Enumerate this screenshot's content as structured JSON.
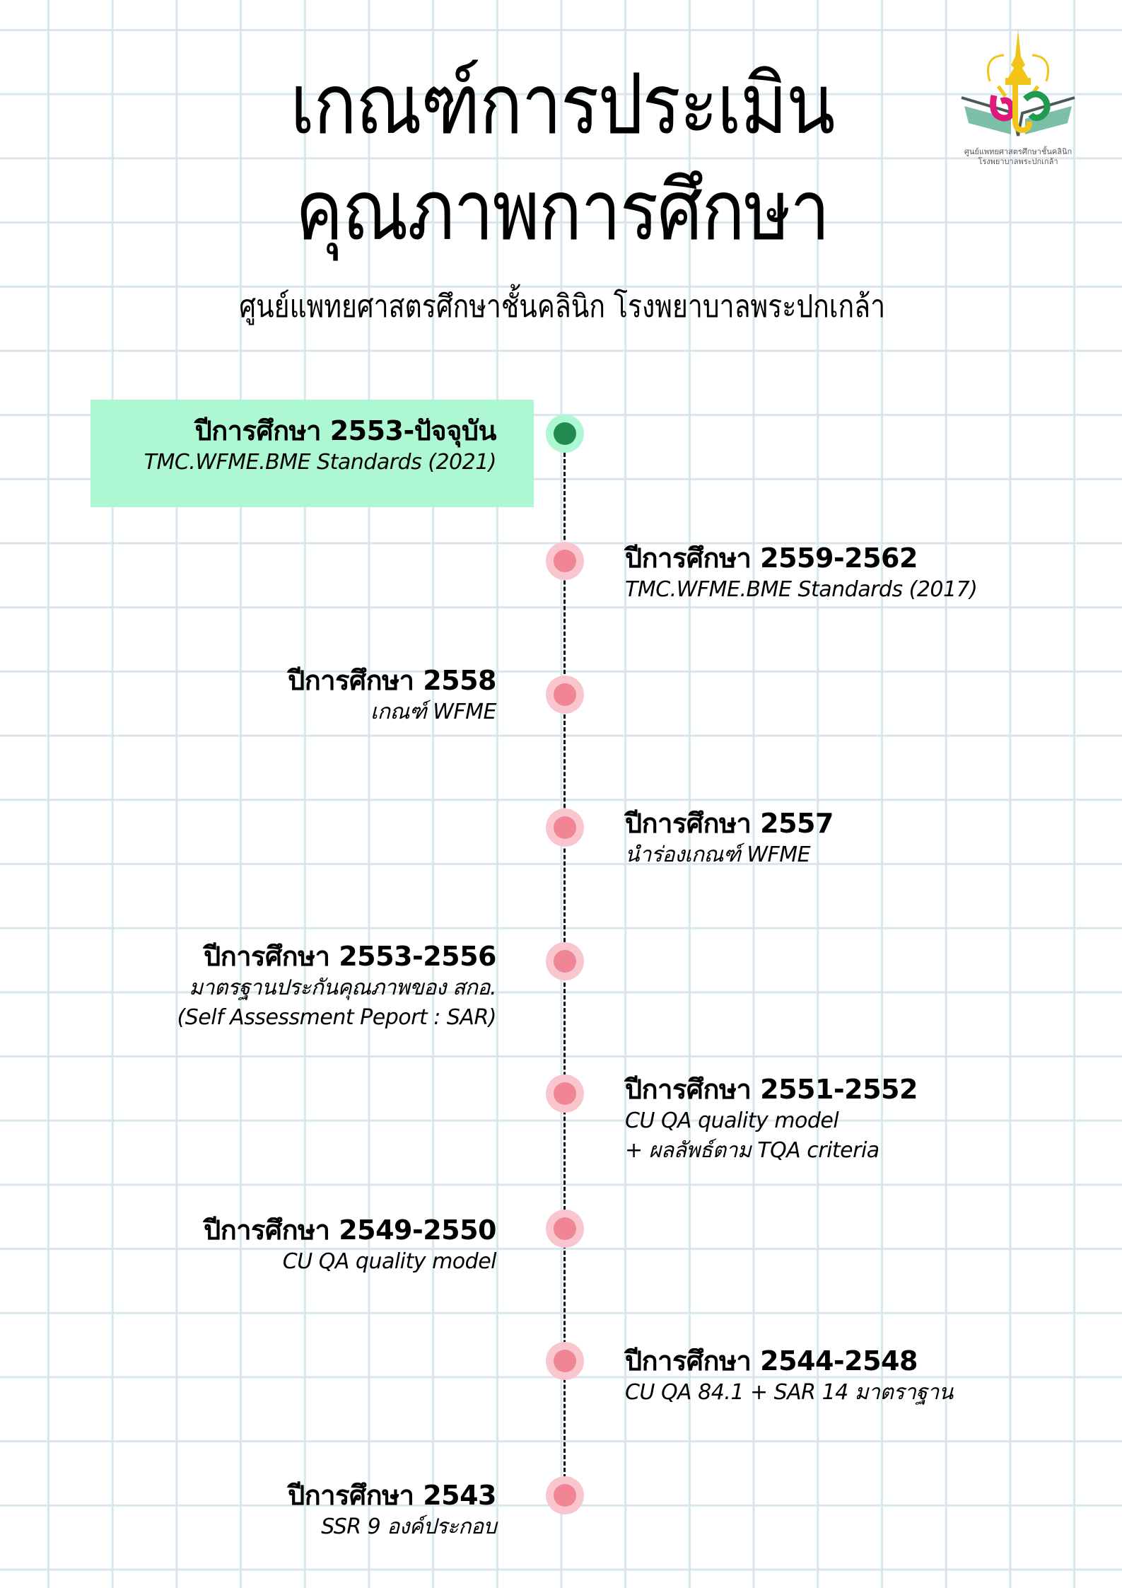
{
  "header": {
    "title_line1": "เกณฑ์การประเมิน",
    "title_line2": "คุณภาพการศึกษา",
    "subtitle": "ศูนย์แพทยศาสตรศึกษาชั้นคลินิก โรงพยาบาลพระปกเกล้า"
  },
  "logo": {
    "caption_line1": "ศูนย์แพทยศาสตรศึกษาชั้นคลินิก",
    "caption_line2": "โรงพยาบาลพระปกเกล้า",
    "colors": {
      "gold": "#f2c418",
      "magenta": "#e0187a",
      "green": "#1f9a52",
      "teal": "#7bbfa8",
      "book_outline": "#4a5a55"
    }
  },
  "colors": {
    "grid": "#d6e8ef",
    "highlight_bg": "#adf7d3",
    "current_marker_outer": "#adf7d3",
    "current_marker_inner": "#218a4f",
    "marker_outer": "#f9c6cf",
    "marker_inner": "#ef8595",
    "line": "#111111"
  },
  "timeline": [
    {
      "side": "left",
      "highlight": true,
      "year": "ปีการศึกษา 2553-ปัจจุบัน",
      "desc": "TMC.WFME.BME Standards (2021)"
    },
    {
      "side": "right",
      "highlight": false,
      "year": "ปีการศึกษา 2559-2562",
      "desc": "TMC.WFME.BME Standards (2017)"
    },
    {
      "side": "left",
      "highlight": false,
      "year": "ปีการศึกษา 2558",
      "desc": "เกณฑ์ WFME"
    },
    {
      "side": "right",
      "highlight": false,
      "year": "ปีการศึกษา 2557",
      "desc": "นำร่องเกณฑ์ WFME"
    },
    {
      "side": "left",
      "highlight": false,
      "year": "ปีการศึกษา 2553-2556",
      "desc": "มาตรฐานประกันคุณภาพของ สกอ.\n(Self Assessment Peport : SAR)"
    },
    {
      "side": "right",
      "highlight": false,
      "year": "ปีการศึกษา 2551-2552",
      "desc": "CU QA quality model\n+ ผลลัพธ์ตาม TQA criteria"
    },
    {
      "side": "left",
      "highlight": false,
      "year": "ปีการศึกษา 2549-2550",
      "desc": "CU QA quality model"
    },
    {
      "side": "right",
      "highlight": false,
      "year": "ปีการศึกษา 2544-2548",
      "desc": "CU QA 84.1 + SAR 14 มาตราฐาน"
    },
    {
      "side": "left",
      "highlight": false,
      "year": "ปีการศึกษา 2543",
      "desc": "SSR 9 องค์ประกอบ"
    }
  ]
}
